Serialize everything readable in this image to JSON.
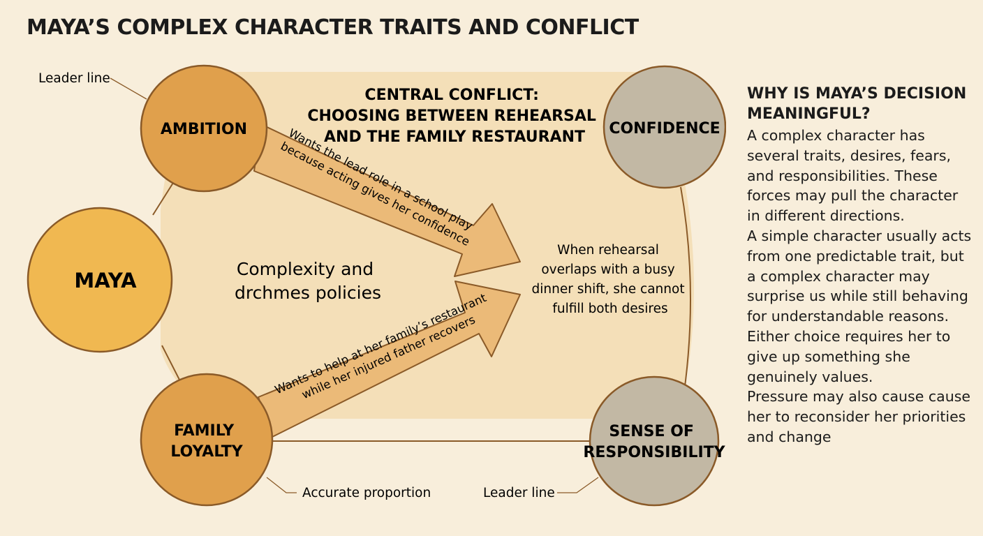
{
  "title": "MAYA’S COMPLEX CHARACTER TRAITS AND CONFLICT",
  "nodes": {
    "maya": "MAYA",
    "ambition": "AMBITION",
    "family_loyalty": [
      "FAMILY",
      "LOYALTY"
    ],
    "confidence": "CONFIDENCE",
    "responsibility": [
      "SENSE OF",
      "RESPONSIBILITY"
    ]
  },
  "central_conflict": [
    "CENTRAL CONFLICT:",
    "CHOOSING BETWEEN REHEARSAL",
    "AND THE FAMILY RESTAURANT"
  ],
  "center_label": [
    "Complexity and",
    "drchmes policies"
  ],
  "arrows": {
    "ambition": [
      "Wants the lead role in a school play",
      "because acting gives her confidence"
    ],
    "family": [
      "Wants to help at her family’s restaurant",
      "while her injured father recovers"
    ]
  },
  "conflict_note": [
    "When rehearsal",
    "overlaps with a busy",
    "dinner shift, she cannot",
    "fulfill both desires"
  ],
  "annotations": {
    "leader_line_top": "Leader line",
    "accurate_proportion": "Accurate proportion",
    "leader_line_bottom": "Leader line"
  },
  "side_panel": {
    "title": "WHY IS MAYA’S DECISION MEANINGFUL?",
    "paragraphs": [
      "A complex character has several traits, desires, fears, and responsibilities. These forces may pull the character in different directions.",
      "A simple character usually acts from one predictable trait, but a complex character may surprise us while still behaving for understandable reasons.",
      "Either choice requires her to give up something she genuinely values.",
      "Pressure may also cause cause her to reconsider her priorities and change"
    ]
  },
  "colors": {
    "background": "#f8eedb",
    "maya": "#f0b851",
    "trait_orange": "#e0a04c",
    "trait_gray": "#c2b8a4",
    "panel": "#f4dfb8",
    "arrow": "#ebba78",
    "stroke": "#8a5a28"
  }
}
